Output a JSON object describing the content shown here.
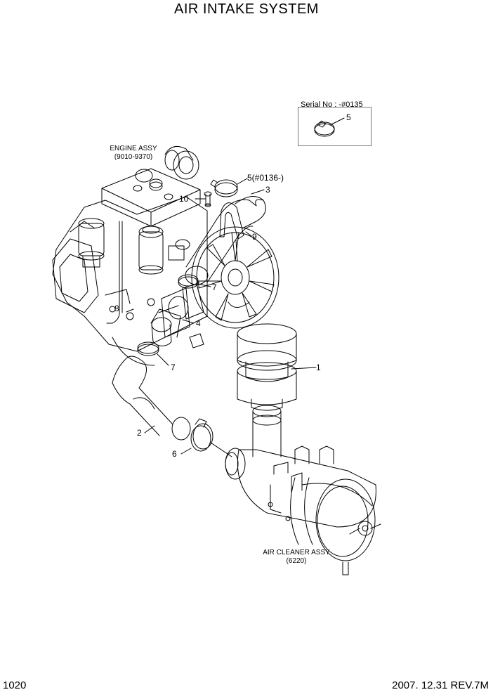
{
  "title": "AIR INTAKE SYSTEM",
  "serial_box": {
    "label": "Serial No : -#0135",
    "part": "5"
  },
  "assemblies": {
    "engine": {
      "name": "ENGINE ASSY",
      "ref": "(9010-9370)"
    },
    "air_cleaner": {
      "name": "AIR CLEANER ASSY",
      "ref": "(6220)"
    }
  },
  "callouts": {
    "c1": "1",
    "c2": "2",
    "c3": "3",
    "c4": "4",
    "c5": "5(#0136-)",
    "c6": "6",
    "c7a": "7",
    "c7b": "7",
    "c8": "8",
    "c9": "9",
    "c10": "10"
  },
  "footer": {
    "page": "1020",
    "revision": "2007. 12.31  REV.7M"
  }
}
